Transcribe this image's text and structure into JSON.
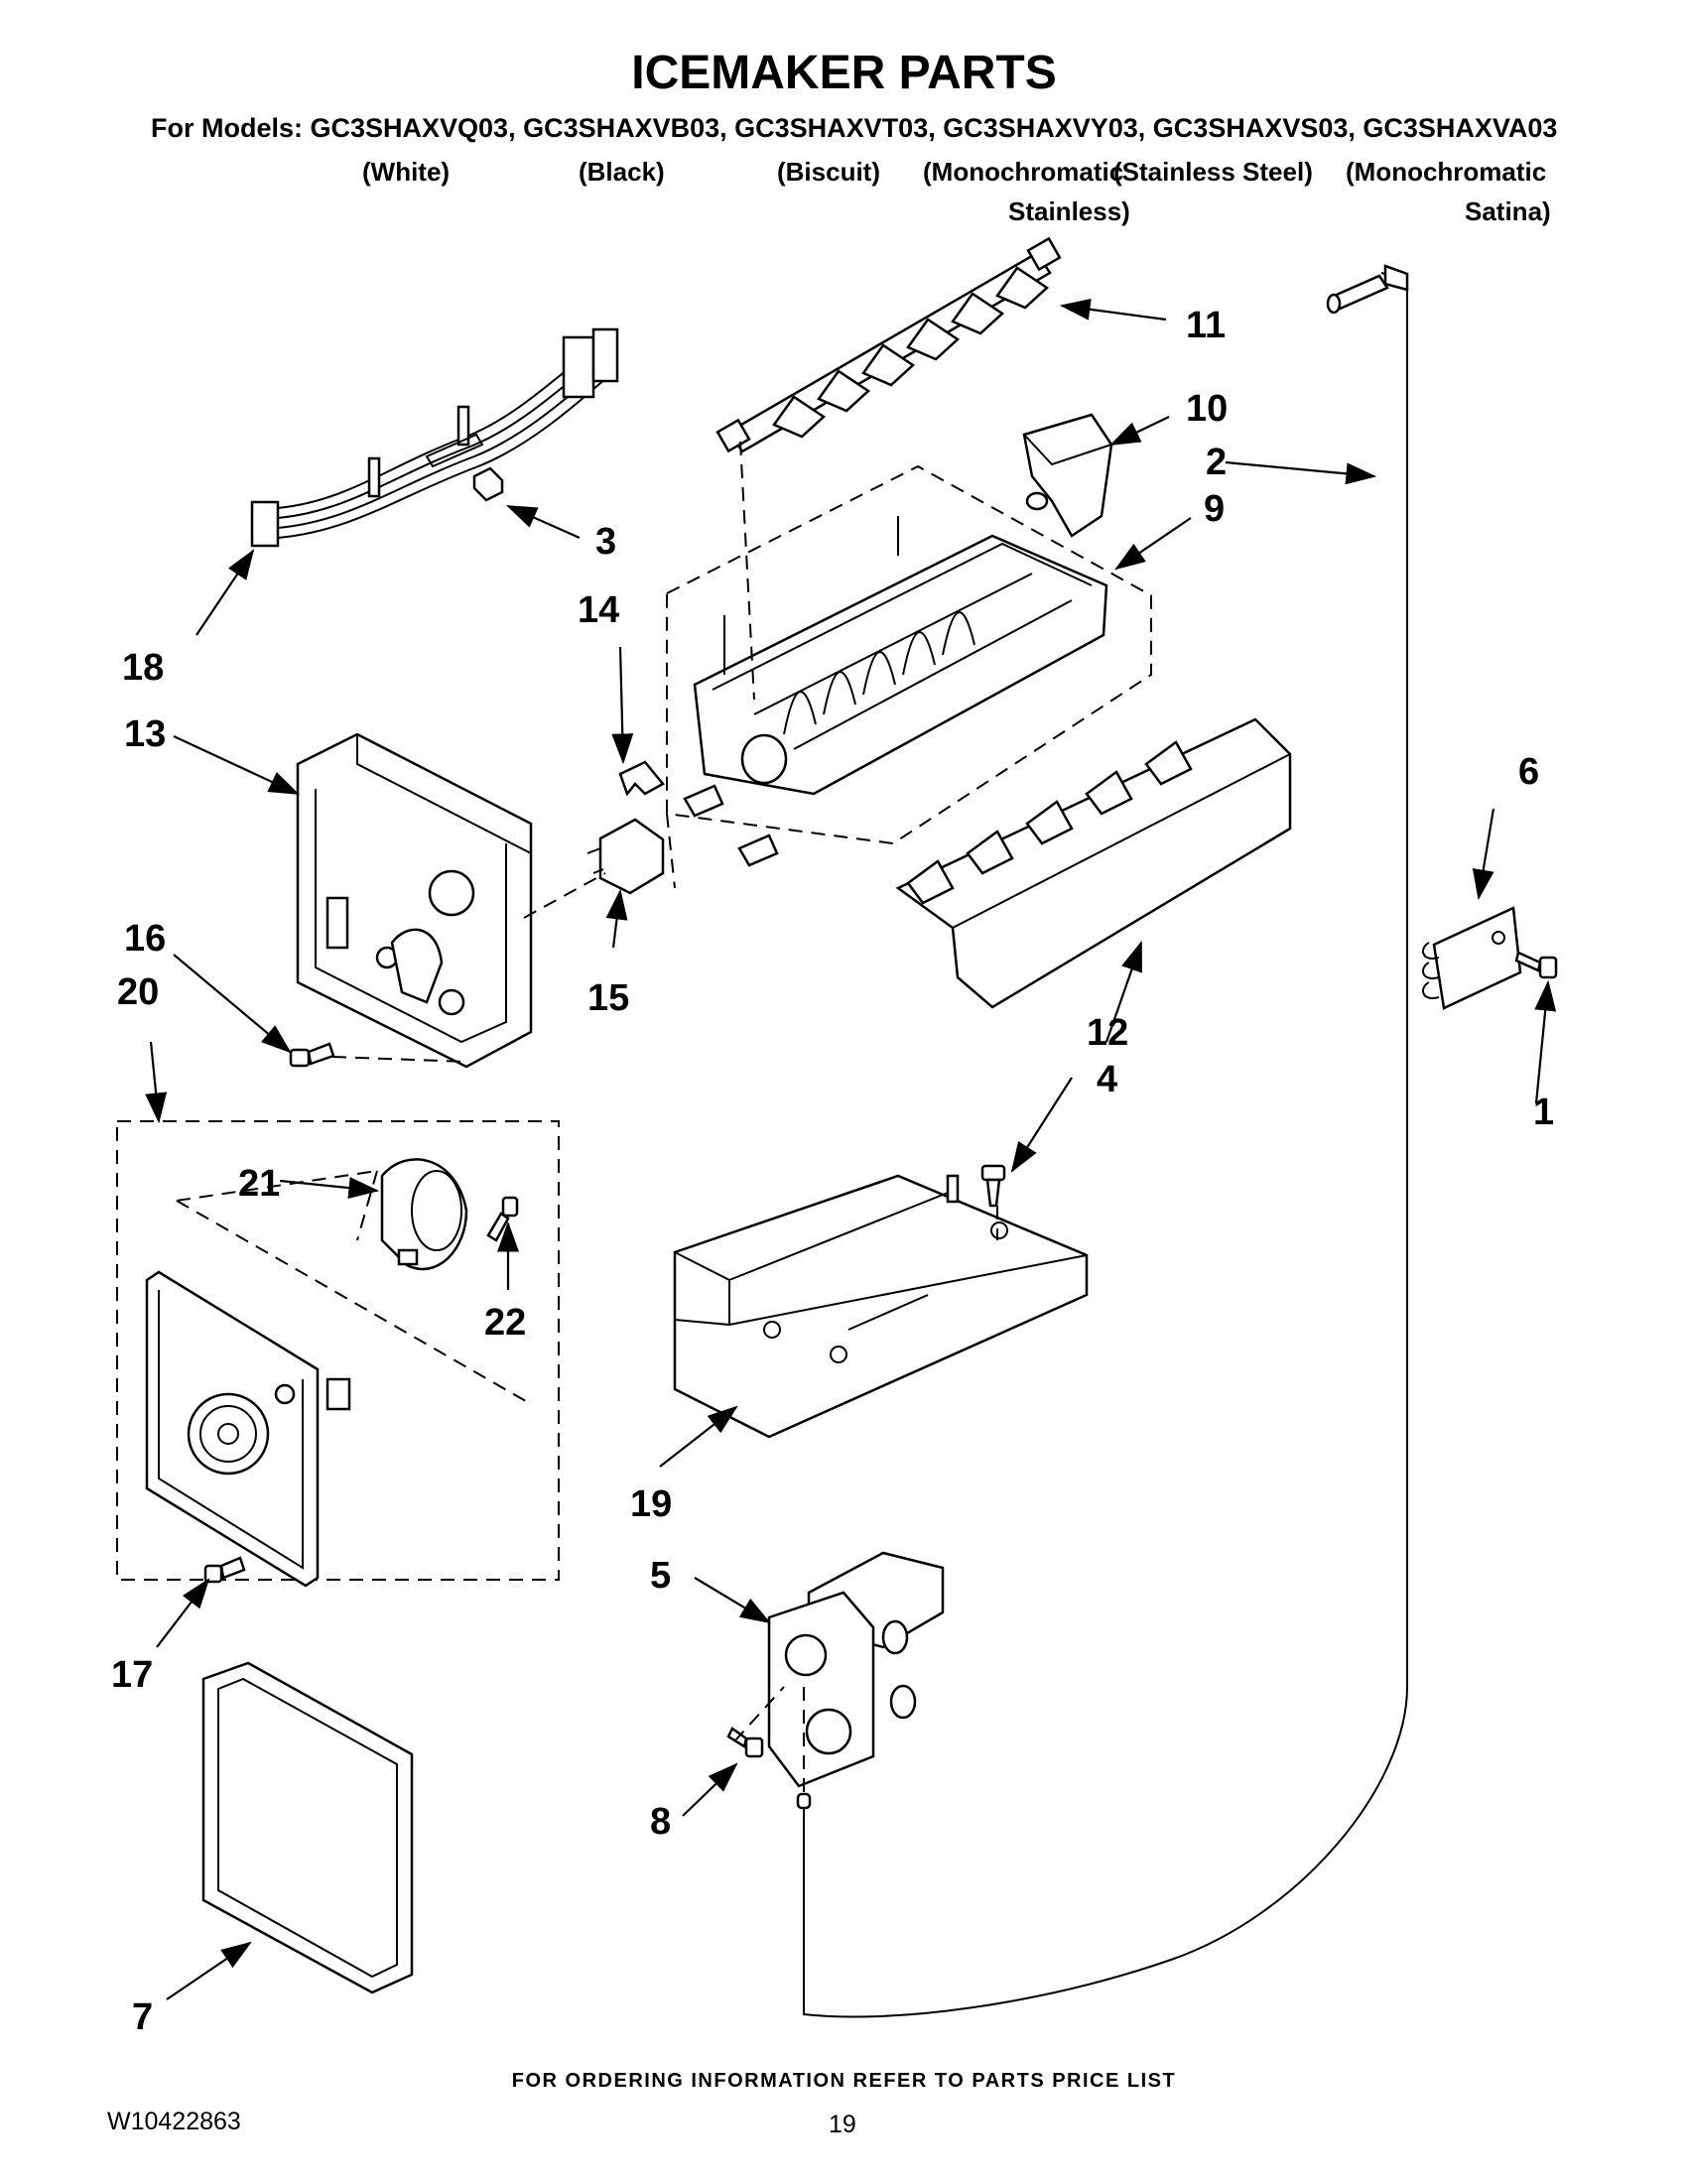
{
  "header": {
    "title": "ICEMAKER PARTS",
    "models_line": "For Models: GC3SHAXVQ03, GC3SHAXVB03, GC3SHAXVT03, GC3SHAXVY03, GC3SHAXVS03, GC3SHAXVA03",
    "finishes": [
      "(White)",
      "(Black)",
      "(Biscuit)",
      "(Monochromatic",
      "Stainless)",
      "(Stainless Steel)",
      "(Monochromatic",
      "Satina)"
    ]
  },
  "callouts": [
    "1",
    "2",
    "3",
    "4",
    "5",
    "6",
    "7",
    "8",
    "9",
    "10",
    "11",
    "12",
    "13",
    "14",
    "15",
    "16",
    "17",
    "18",
    "19",
    "20",
    "21",
    "22"
  ],
  "footer": {
    "ordering_note": "FOR ORDERING INFORMATION REFER TO PARTS PRICE LIST",
    "document_number": "W10422863",
    "page_number": "19"
  }
}
